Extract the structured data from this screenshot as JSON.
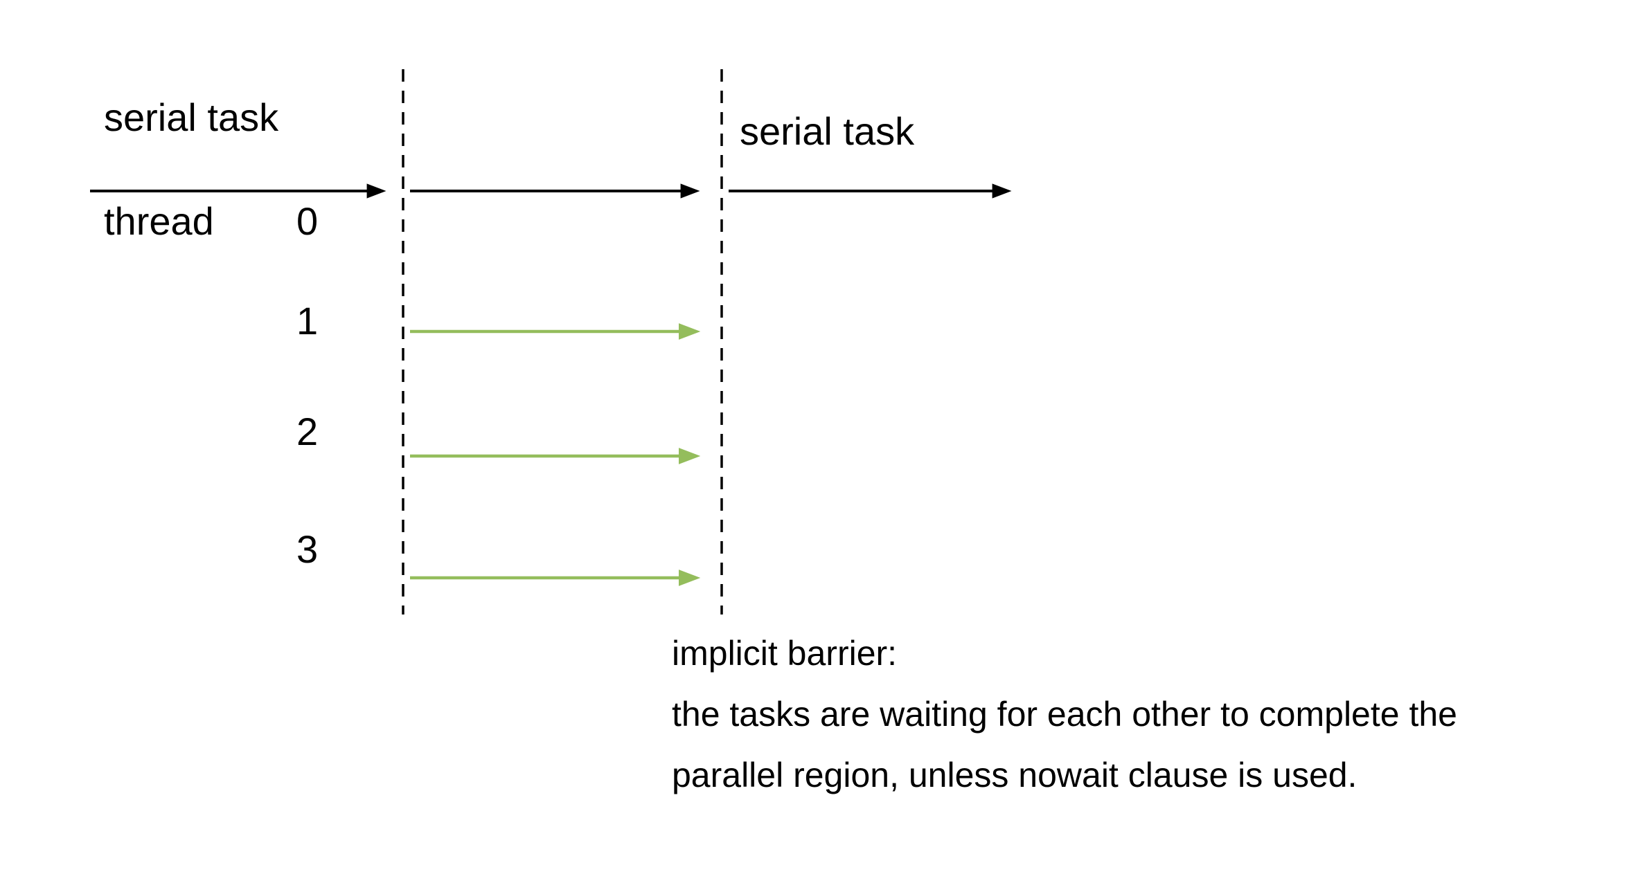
{
  "diagram": {
    "left_region": {
      "serial_task_label": "serial task",
      "thread_label": "thread"
    },
    "right_region": {
      "serial_task_label": "serial task"
    },
    "threads": [
      "0",
      "1",
      "2",
      "3"
    ],
    "barrier_note": {
      "line1": "implicit barrier:",
      "line2": "the tasks are waiting for each other to complete the",
      "line3": "parallel region, unless nowait clause is used."
    },
    "colors": {
      "serial_arrow": "#000000",
      "parallel_arrow": "#94bd5c",
      "barrier_line": "#000000",
      "text": "#000000"
    }
  }
}
